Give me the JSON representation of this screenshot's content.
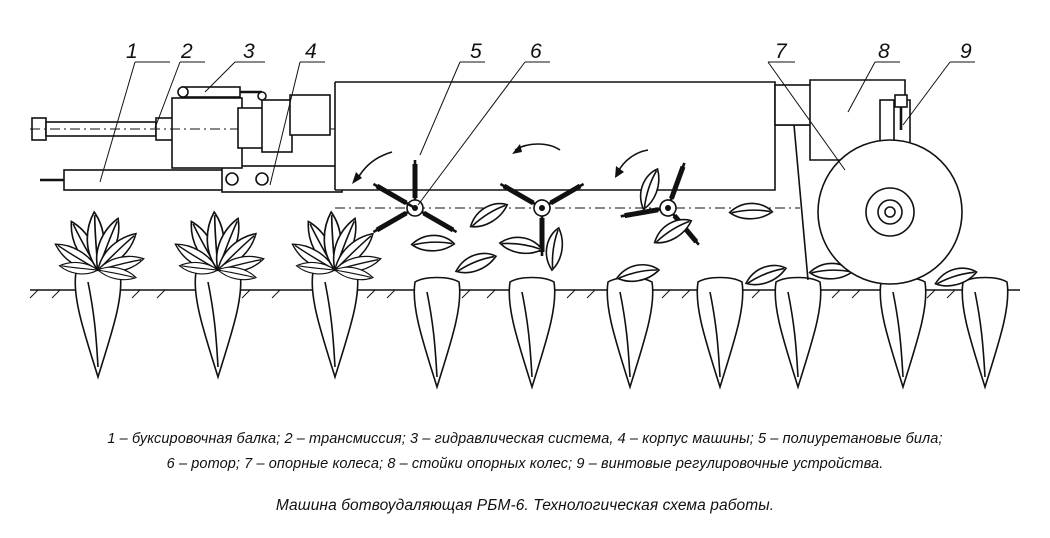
{
  "numbers": [
    "1",
    "2",
    "3",
    "4",
    "5",
    "6",
    "7",
    "8",
    "9"
  ],
  "legend_line1": "1 – буксировочная балка; 2 – трансмиссия; 3 – гидравлическая система, 4 – корпус машины; 5 – полиуретановые била;",
  "legend_line2": "6 – ротор; 7 – опорные колеса; 8 – стойки опорных колес; 9 – винтовые регулировочные устройства.",
  "title": "Машина ботвоудаляющая РБМ-6. Технологическая схема работы.",
  "colors": {
    "ink": "#111111",
    "paper": "#ffffff"
  }
}
